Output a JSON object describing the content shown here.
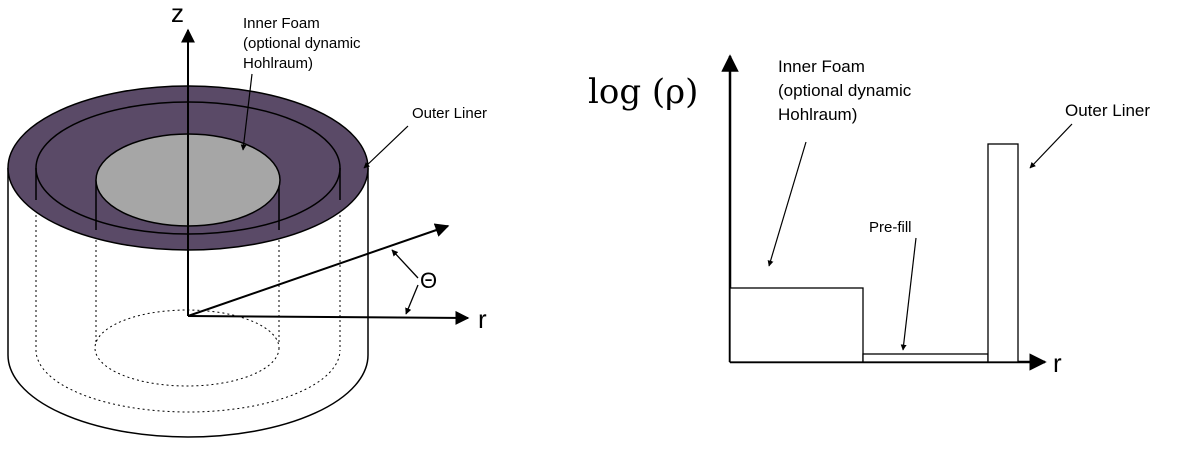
{
  "left_diagram": {
    "axis_z": "z",
    "axis_r": "r",
    "angle": "Θ",
    "inner_foam": [
      "Inner Foam",
      "(optional dynamic",
      "Hohlraum)"
    ],
    "outer_liner": "Outer Liner"
  },
  "right_diagram": {
    "y_axis": "log (ρ)",
    "x_axis": "r",
    "inner_foam": [
      "Inner Foam",
      "(optional dynamic",
      "Hohlraum)"
    ],
    "prefill": "Pre-fill",
    "outer_liner": "Outer Liner"
  },
  "colors": {
    "liner_fill": "#5a4a67",
    "foam_top_fill": "#a6a6a6"
  }
}
